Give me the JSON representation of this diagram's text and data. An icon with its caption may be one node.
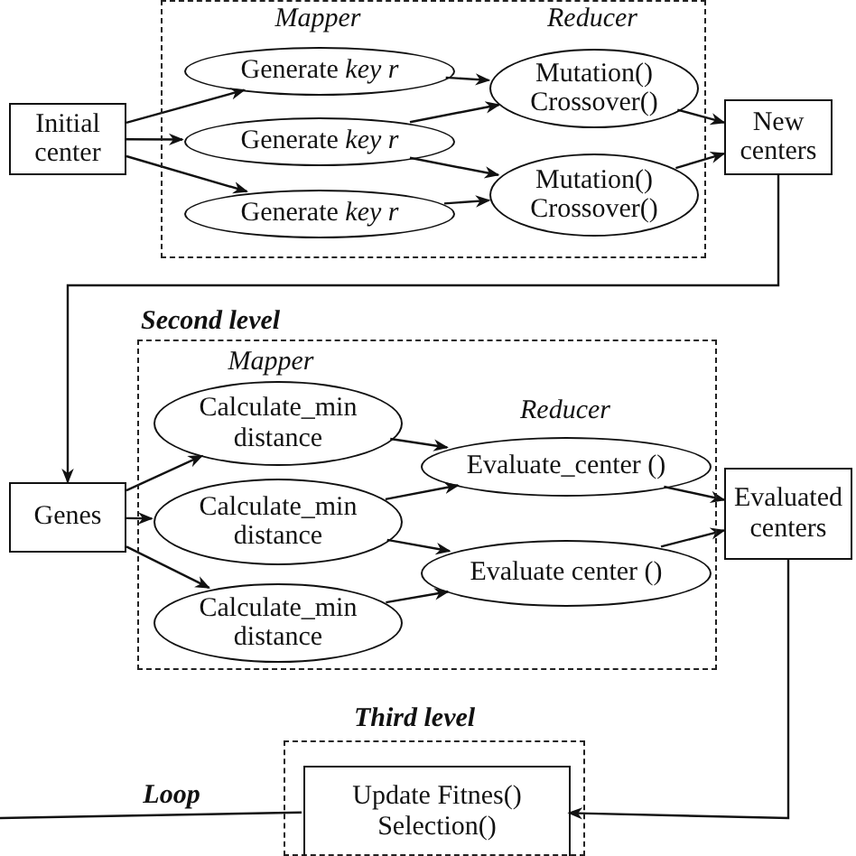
{
  "diagram": {
    "nodes": [
      {
        "text": [],
        "shape": "box"
      },
      {
        "text": [
          "Generate *key r*"
        ],
        "in": 0
      },
      {
        "text": [
          "Generate *key r*"
        ],
        "in": 0
      },
      {
        "text": [
          "Generate *key r*"
        ],
        "in": 0
      },
      {
        "text": [
          "Mutation() Crossover()"
        ],
        "in": 0
      },
      {
        "text": [
          "Mutation() Crossover()"
        ],
        "in": 0
      },
      {
        "text": [
          "Initial center"
        ]
      },
      {
        "text": [
          "New centers"
        ]
      },
      {
        "text": [
          "Second level"
        ]
      },
      {
        "text": [
          "Calculate_min distance"
        ],
        "in": 8
      },
      {
        "text": [
          "Calculate_min distance"
        ],
        "in": 8
      },
      {
        "text": [
          "Calculate_min distance"
        ],
        "in": 8
      },
      {
        "text": [
          "Evaluate_center ()"
        ],
        "in": 8
      },
      {
        "text": [
          "Evaluate center ()"
        ],
        "in": 8
      },
      {
        "text": [
          "Genes"
        ]
      },
      {
        "text": [
          "Evaluated centers"
        ]
      },
      {
        "text": [
          "Third level"
        ]
      },
      {
        "text": [
          "Update Fitnes() Selection()"
        ],
        "in": 16
      }
    ],
    "edges": [
      {
        "from": 6,
        "to": 1,
        "arrow": "to"
      },
      {
        "from": 6,
        "to": 2,
        "arrow": "to"
      },
      {
        "from": 6,
        "to": 3,
        "arrow": "to"
      },
      {
        "from": 1,
        "to": 4,
        "arrow": "to"
      },
      {
        "from": 2,
        "to": 4,
        "arrow": "to"
      },
      {
        "from": 2,
        "to": 5,
        "arrow": "to"
      },
      {
        "from": 3,
        "to": 5,
        "arrow": "to"
      },
      {
        "from": 4,
        "to": 7,
        "arrow": "to"
      },
      {
        "from": 5,
        "to": 7,
        "arrow": "to"
      },
      {
        "from": 7,
        "to": 14,
        "arrow": "to"
      },
      {
        "from": 14,
        "to": 9,
        "arrow": "to"
      },
      {
        "from": 14,
        "to": 10,
        "arrow": "to"
      },
      {
        "from": 14,
        "to": 11,
        "arrow": "to"
      },
      {
        "from": 9,
        "to": 12,
        "arrow": "to"
      },
      {
        "from": 10,
        "to": 12,
        "arrow": "to"
      },
      {
        "from": 10,
        "to": 13,
        "arrow": "to"
      },
      {
        "from": 11,
        "to": 13,
        "arrow": "to"
      },
      {
        "from": 12,
        "to": 15,
        "arrow": "to"
      },
      {
        "from": 13,
        "to": 15,
        "arrow": "to"
      },
      {
        "from": 15,
        "to": 17,
        "arrow": "to"
      },
      {
        "from": 17,
        "to": null,
        "arrow": "none",
        "label": "Loop"
      }
    ],
    "labels": [
      "Mapper",
      "Reducer",
      "Mapper",
      "Reducer"
    ]
  }
}
